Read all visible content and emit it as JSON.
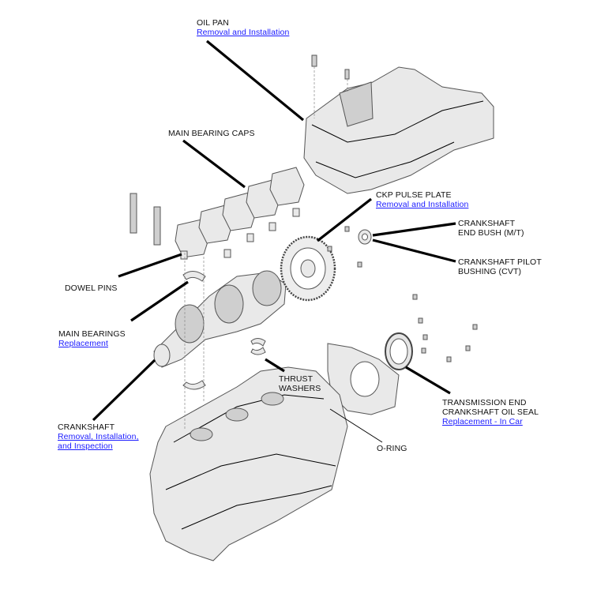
{
  "callouts": {
    "oil_pan": {
      "title": "OIL PAN",
      "link": "Removal and Installation"
    },
    "main_bearing_caps": {
      "title": "MAIN BEARING CAPS"
    },
    "ckp_pulse_plate": {
      "title": "CKP PULSE PLATE",
      "link": "Removal and Installation"
    },
    "crankshaft_end_bush": {
      "line1": "CRANKSHAFT",
      "line2": "END BUSH (M/T)"
    },
    "crankshaft_pilot_bushing": {
      "line1": "CRANKSHAFT PILOT",
      "line2": "BUSHING (CVT)"
    },
    "dowel_pins": {
      "title": "DOWEL PINS"
    },
    "main_bearings": {
      "title": "MAIN BEARINGS",
      "link": "Replacement"
    },
    "thrust_washers": {
      "line1": "THRUST",
      "line2": "WASHERS"
    },
    "transmission_end_seal": {
      "line1": "TRANSMISSION END",
      "line2": "CRANKSHAFT OIL SEAL",
      "link": "Replacement - In Car"
    },
    "crankshaft": {
      "title": "CRANKSHAFT",
      "link1": "Removal, Installation,",
      "link2": "and Inspection"
    },
    "o_ring": {
      "title": "O-RING"
    }
  },
  "colors": {
    "link": "#1a1aff",
    "text": "#111111",
    "part_fill": "#e9e9e9",
    "part_stroke": "#555555"
  }
}
